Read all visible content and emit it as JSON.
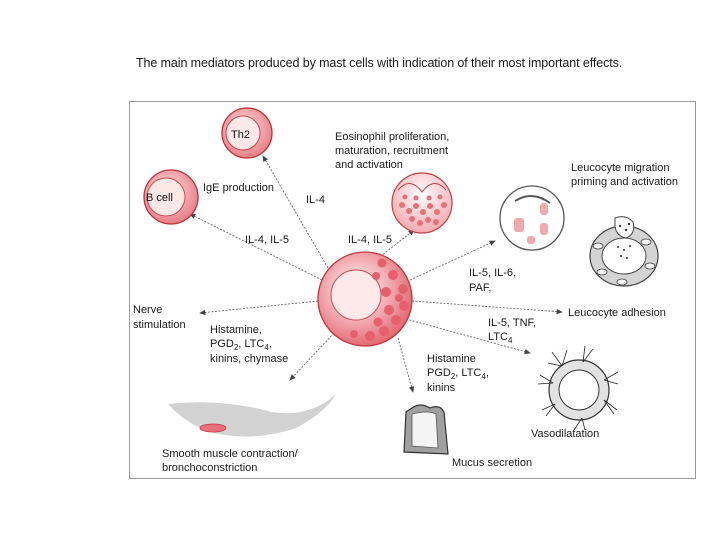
{
  "title": "The main mediators produced by mast cells with indication of their most important effects.",
  "cells": {
    "th2": "Th2",
    "b_cell": "B cell"
  },
  "labels": {
    "il4_top": "IL-4",
    "ige_production": "IgE production",
    "eosinophil_line1": "Eosinophil proliferation,",
    "eosinophil_line2": "maturation, recruitment",
    "eosinophil_line3": "and activation",
    "il4_il5_left": "IL-4, IL-5",
    "il4_il5_center": "IL-4, IL-5",
    "leucocyte_migration_line1": "Leucocyte migration",
    "leucocyte_migration_line2": "priming and activation",
    "il5_il6": "IL-5, IL-6,",
    "paf": "PAF,",
    "nerve": "Nerve",
    "stimulation": "stimulation",
    "leucocyte_adhesion": "Leucocyte adhesion",
    "il5_tnf": "IL-5, TNF,",
    "ltc4_right": "LTC",
    "ltc4_right_sub": "4",
    "histamine_left": "Histamine,",
    "pgd2_left": "PGD",
    "pgd2_left_sub": "2",
    "ltc4_left_rest": ", LTC",
    "ltc4_left_sub": "4",
    "ltc4_left_end": ",",
    "kinins_chymase": "kinins, chymase",
    "histamine_center": "Histamine",
    "pgd2_center": "PGD",
    "pgd2_center_sub": "2",
    "ltc4_center_rest": ", LTC",
    "ltc4_center_sub": "4",
    "ltc4_center_end": ",",
    "kinins_center": "kinins",
    "smooth_muscle_line1": "Smooth muscle contraction/",
    "smooth_muscle_line2": "bronchoconstriction",
    "mucus_secretion": "Mucus secretion",
    "vasodilatation": "Vasodilatation"
  },
  "colors": {
    "cell_pink": "#e9747c",
    "cell_light": "#fbe0e0",
    "cell_outline": "#c0363f",
    "arrow": "#555555",
    "grey_tissue": "#c8c8c8"
  }
}
